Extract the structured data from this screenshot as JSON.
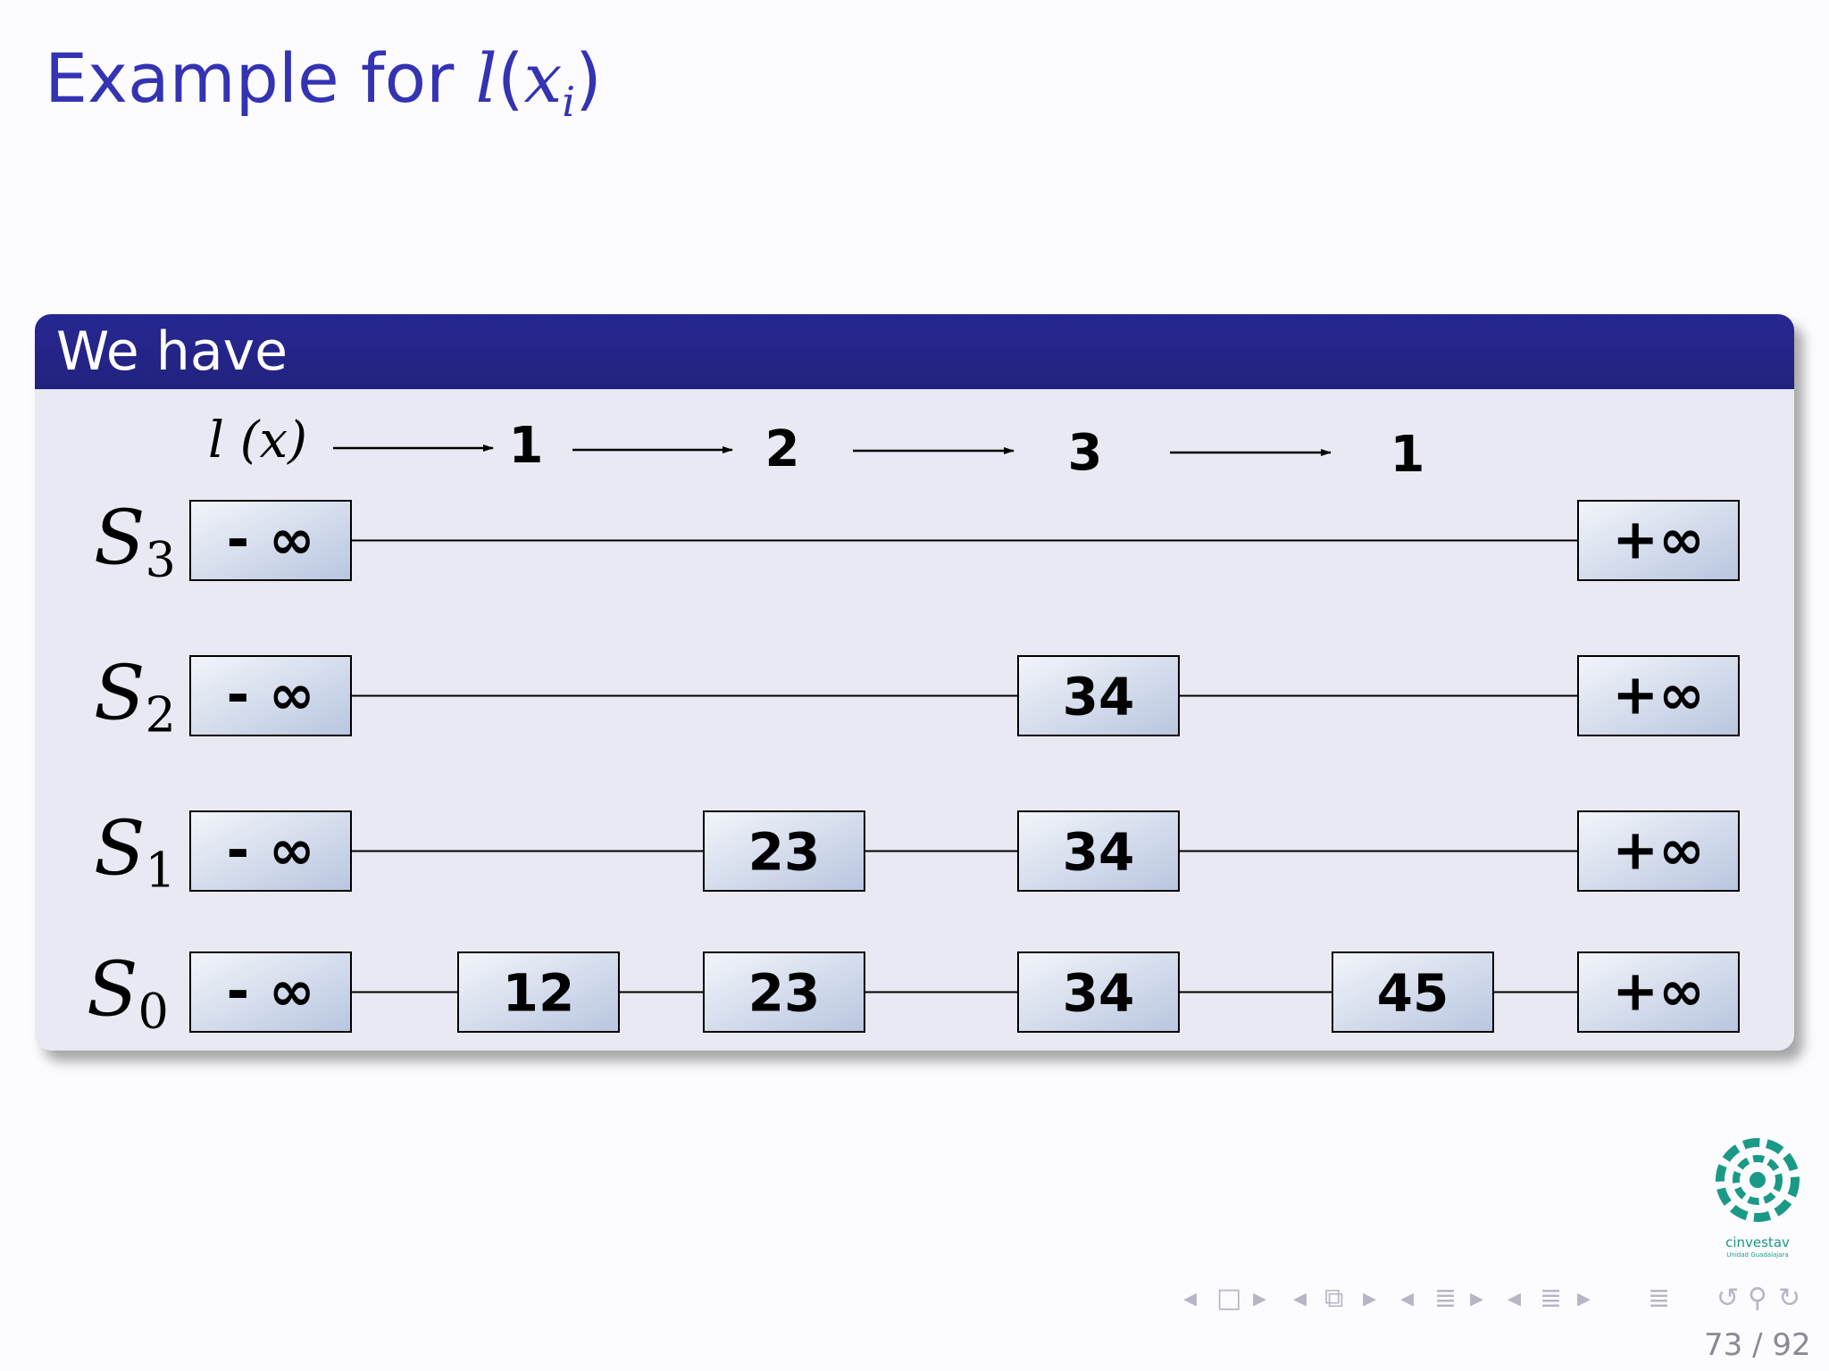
{
  "title": {
    "prefix": "Example for ",
    "func": "l",
    "paren_open": "(",
    "var": "x",
    "sub": "i",
    "paren_close": ")"
  },
  "block": {
    "heading": "We have",
    "axis_label": "l (x)",
    "levels": [
      "1",
      "2",
      "3",
      "1"
    ],
    "lists": [
      {
        "name": "S",
        "index": "3",
        "nodes": [
          "- ∞",
          "+∞"
        ]
      },
      {
        "name": "S",
        "index": "2",
        "nodes": [
          "- ∞",
          "34",
          "+∞"
        ]
      },
      {
        "name": "S",
        "index": "1",
        "nodes": [
          "- ∞",
          "23",
          "34",
          "+∞"
        ]
      },
      {
        "name": "S",
        "index": "0",
        "nodes": [
          "- ∞",
          "12",
          "23",
          "34",
          "45",
          "+∞"
        ]
      }
    ]
  },
  "logo": {
    "text": "cinvestav",
    "subtext": "Unidad Guadalajara"
  },
  "nav_symbols": [
    "◂",
    "□",
    "▸",
    "◂",
    "⧉",
    "▸",
    "◂",
    "≣",
    "▸",
    "◂",
    "≣",
    "▸",
    "≣",
    "↺",
    "⚲",
    "↻"
  ],
  "footer": {
    "page": "73 / 92"
  },
  "colors": {
    "title": "#3333b3",
    "block_header": "#262690",
    "block_body": "#e9e9f3",
    "node_fill_light": "#f2f5fa",
    "node_fill_dark": "#b9c6e0"
  }
}
